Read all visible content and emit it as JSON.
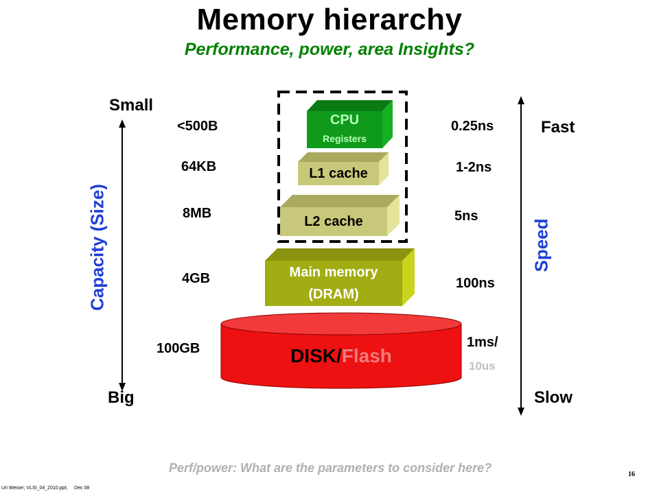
{
  "slide": {
    "title": "Memory hierarchy",
    "subtitle": "Performance, power, area Insights?",
    "footer_question": "Perf/power: What are the parameters to consider here?",
    "page_number": "16",
    "source_note": "Uri Weiser; VLSI_04_2010.ppt;     Dec 08"
  },
  "capacity_axis": {
    "label": "Capacity (Size)",
    "top_label": "Small",
    "bottom_label": "Big"
  },
  "speed_axis": {
    "label": "Speed",
    "top_label": "Fast",
    "bottom_label": "Slow"
  },
  "levels": [
    {
      "name": "CPU",
      "detail": "Registers",
      "size": "<500B",
      "latency": "0.25ns"
    },
    {
      "name": "L1 cache",
      "size": "64KB",
      "latency": "1-2ns"
    },
    {
      "name": "L2 cache",
      "size": "8MB",
      "latency": "5ns"
    },
    {
      "name": "Main memory",
      "detail": "(DRAM)",
      "size": "4GB",
      "latency": "100ns"
    },
    {
      "name": "DISK/",
      "name_part2": "Flash",
      "size": "100GB",
      "latency": "1ms/",
      "latency_part2": "10us"
    }
  ],
  "colors": {
    "title": "#000000",
    "subtitle": "#008000",
    "axis_label": "#1f3fd6",
    "cpu_front": "#0f9a1c",
    "cpu_top": "#0a7a14",
    "cache_front": "#c8c87a",
    "cache_top": "#a9a960",
    "cache_side": "#e3e39a",
    "dram_front": "#a2ad14",
    "dram_top": "#8a9410",
    "dram_side": "#c8d41e",
    "disk": "#ee1111",
    "flash_text": "#f07d7d",
    "faded_text": "#b0b0b0"
  }
}
